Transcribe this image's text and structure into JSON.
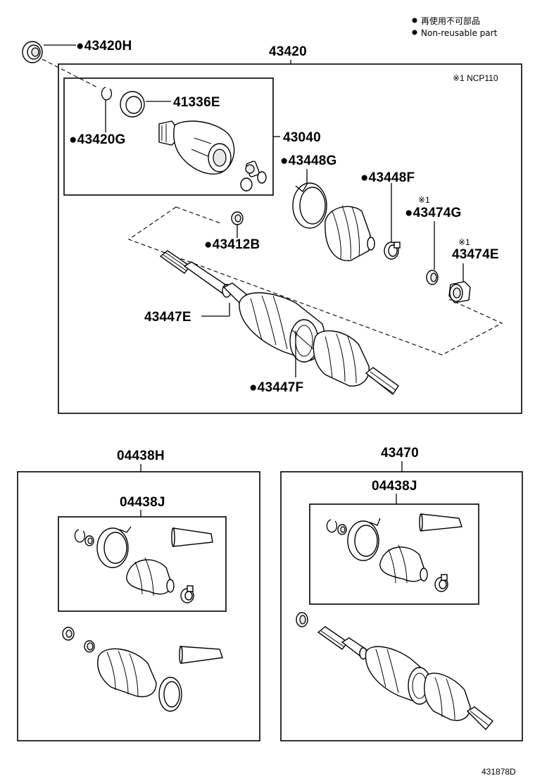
{
  "legend": {
    "line1": "再使用不可部品",
    "line2": "Non-reusable part"
  },
  "note": "※1 NCP110",
  "labels": {
    "p43420H": "●43420H",
    "p43420": "43420",
    "p41336E": "41336E",
    "p43420G": "●43420G",
    "p43040": "43040",
    "p43448G": "●43448G",
    "p43448F": "●43448F",
    "p43474G_mark": "※1",
    "p43474G": "●43474G",
    "p43474E_mark": "※1",
    "p43474E": "43474E",
    "p43412B": "●43412B",
    "p43447E": "43447E",
    "p43447F": "●43447F",
    "p04438H": "04438H",
    "p04438J_left": "04438J",
    "p43470": "43470",
    "p04438J_right": "04438J"
  },
  "diagram_code": "431878D"
}
